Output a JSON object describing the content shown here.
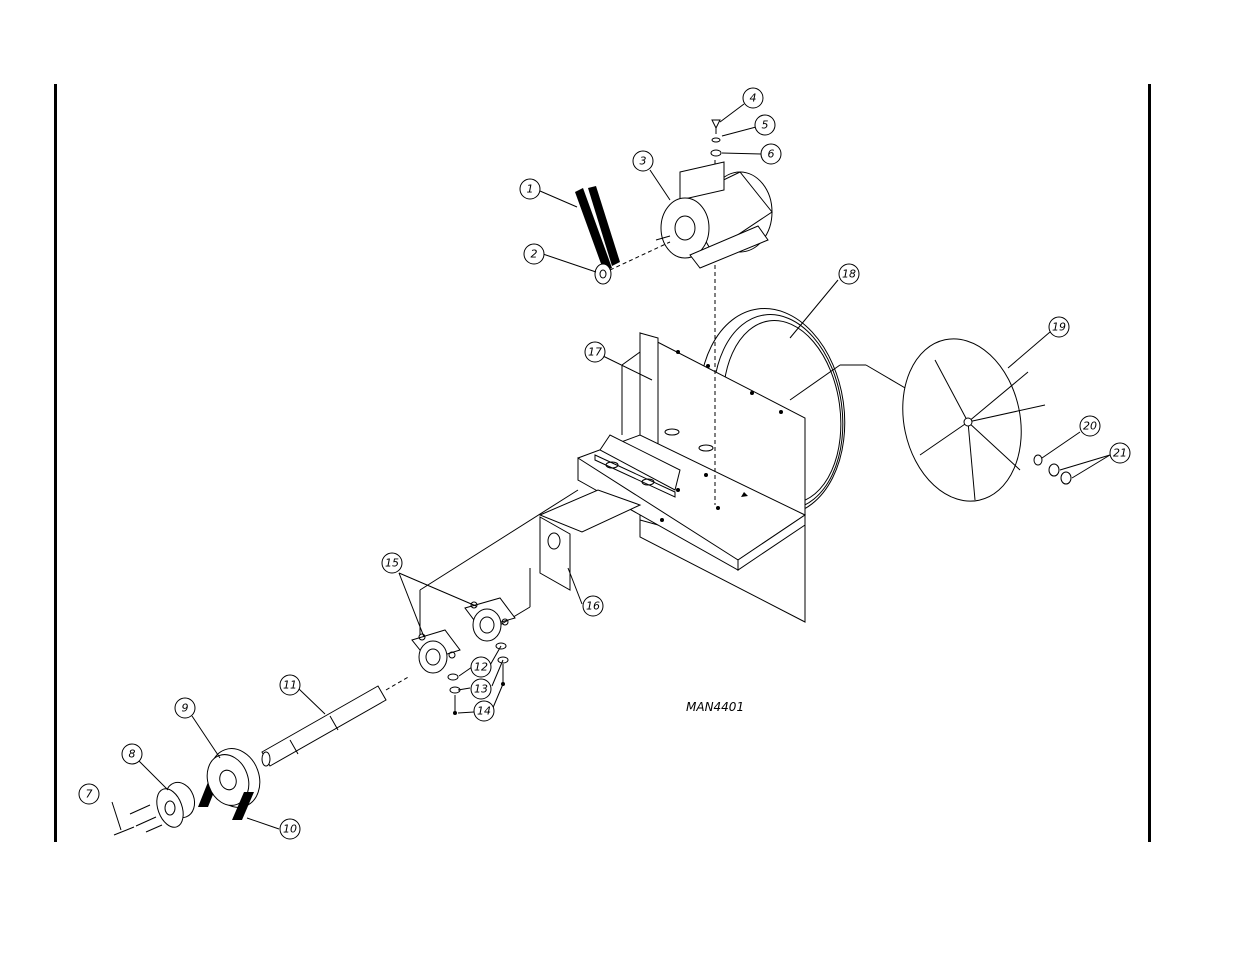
{
  "drawing_number": "MAN4401",
  "callouts": [
    "1",
    "2",
    "3",
    "4",
    "5",
    "6",
    "7",
    "8",
    "9",
    "10",
    "11",
    "12",
    "13",
    "14",
    "15",
    "16",
    "17",
    "18",
    "19",
    "20",
    "21"
  ]
}
